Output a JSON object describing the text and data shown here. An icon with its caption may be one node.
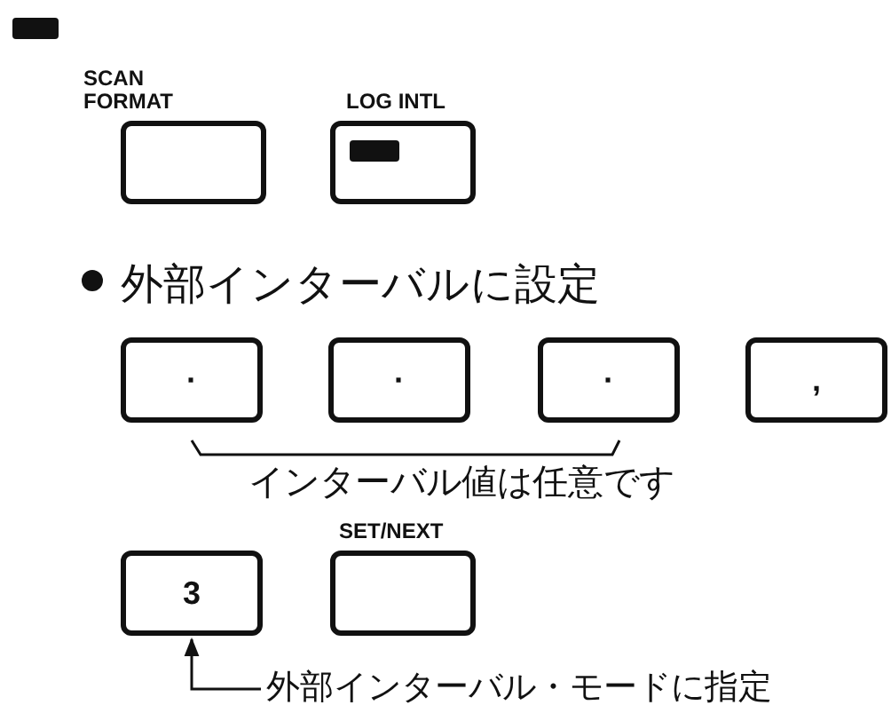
{
  "diagram": {
    "nodes": [
      {
        "text": [
          "SCAN FORMAT"
        ]
      },
      {
        "text": [
          "LOG INTL"
        ]
      },
      {
        "text": [
          "·"
        ]
      },
      {
        "text": [
          "·"
        ]
      },
      {
        "text": [
          "·"
        ]
      },
      {
        "text": [
          ","
        ]
      },
      {
        "text": [
          "3"
        ]
      },
      {
        "text": [
          "SET/NEXT"
        ]
      },
      {
        "text": [
          "外部インターバル・モードに指定"
        ]
      }
    ],
    "edges": [
      {
        "from": 8,
        "to": 6,
        "arrow": "to"
      }
    ],
    "labels": [
      "外部インターバルに設定",
      "インターバル値は任意です"
    ]
  }
}
